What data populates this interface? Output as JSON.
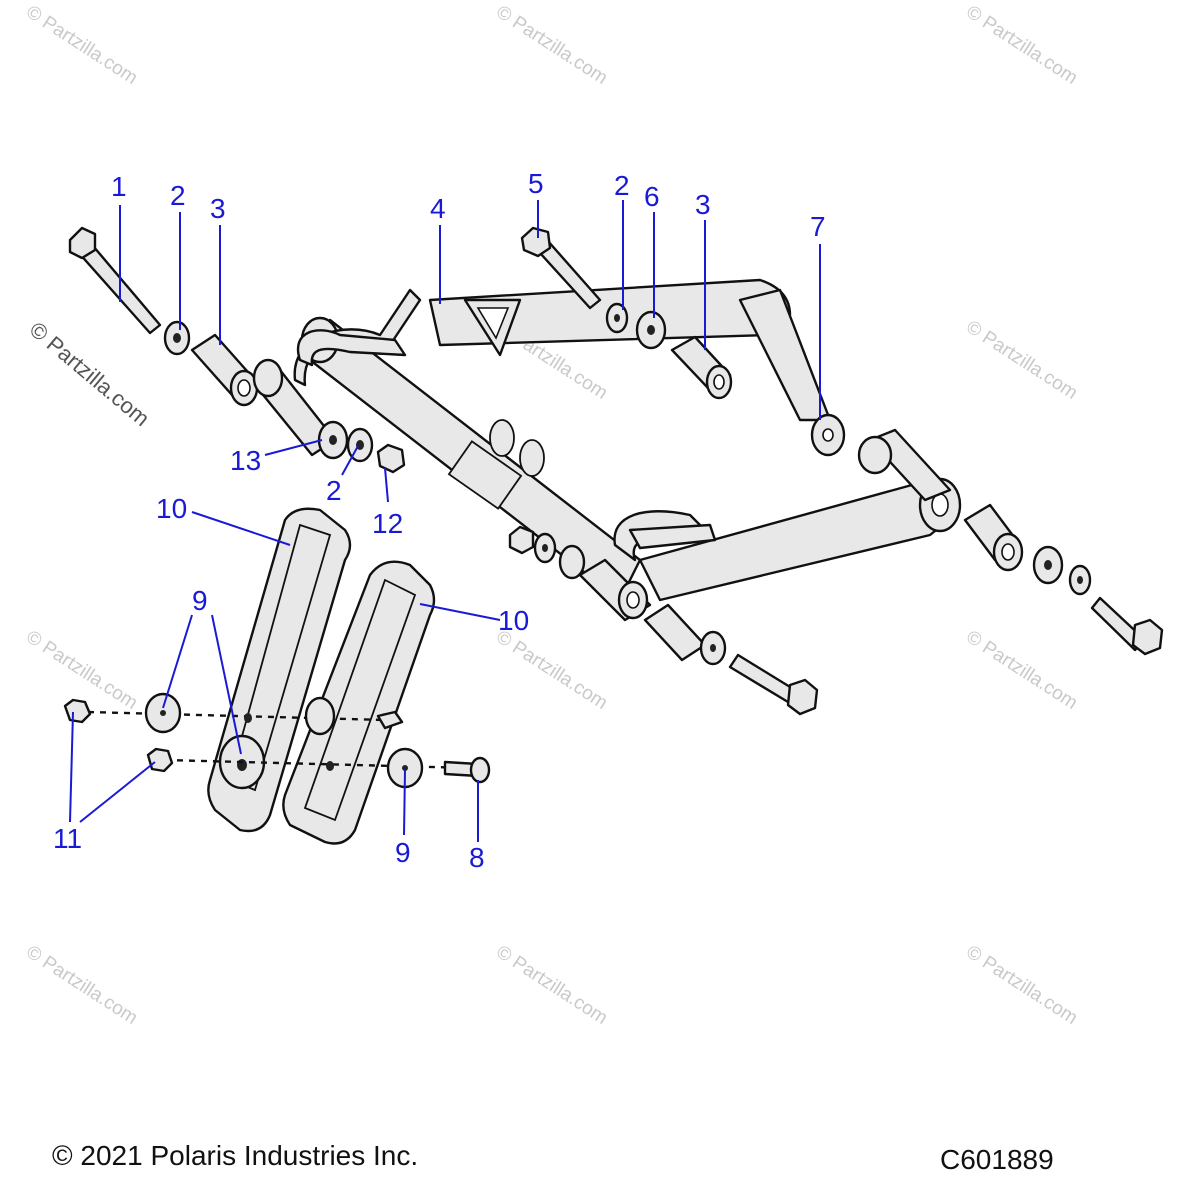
{
  "watermark": {
    "text": "© Partzilla.com",
    "side_text": "© Partzilla.com"
  },
  "callouts": {
    "c1": "1",
    "c2a": "2",
    "c3a": "3",
    "c4": "4",
    "c5": "5",
    "c2b": "2",
    "c6": "6",
    "c3b": "3",
    "c7": "7",
    "c13": "13",
    "c2c": "2",
    "c12": "12",
    "c10a": "10",
    "c10b": "10",
    "c9a": "9",
    "c11": "11",
    "c9b": "9",
    "c8": "8"
  },
  "footer": {
    "copyright": "© 2021 Polaris Industries Inc.",
    "drawing_code": "C601889"
  },
  "colors": {
    "callout": "#1a1ad6",
    "part_fill": "#e8e8e8",
    "outline": "#111111",
    "watermark": "#c9c9c9"
  }
}
